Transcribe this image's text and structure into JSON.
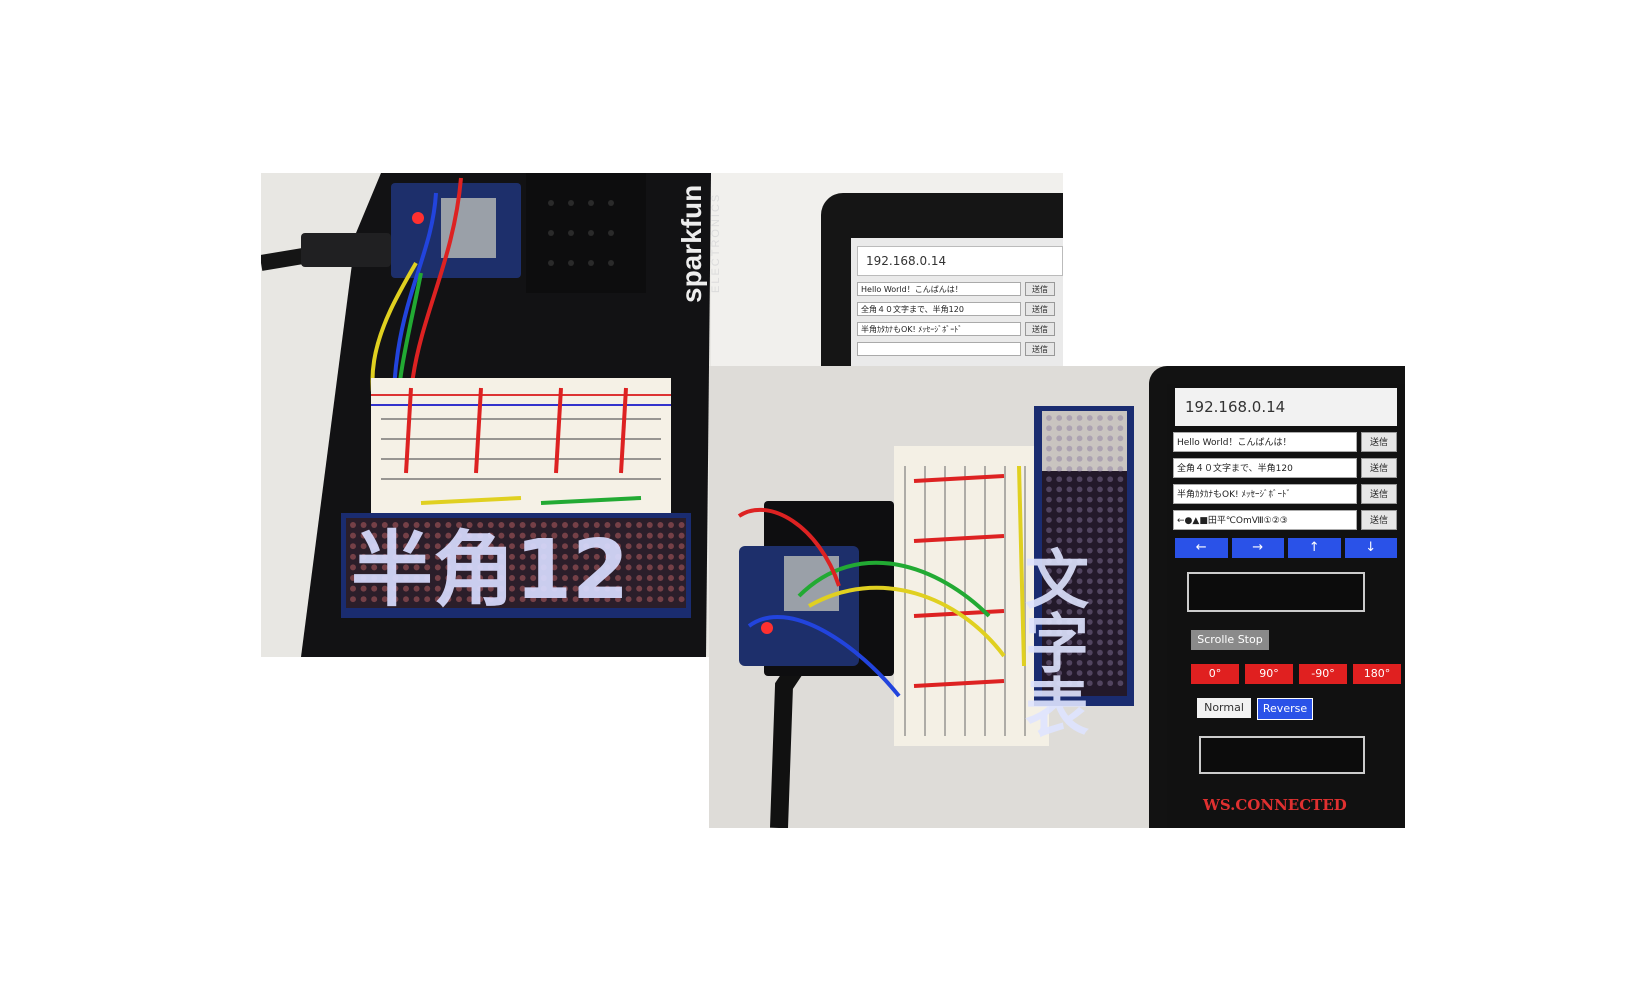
{
  "left_photo": {
    "brand_logo": "sparkfun",
    "brand_sub": "ELECTRONICS",
    "led_text": "半角12",
    "phone": {
      "url": "192.168.0.14",
      "messages": [
        {
          "text": "Hello World！こんばんは！",
          "button": "送信"
        },
        {
          "text": "全角４０文字まで、半角120",
          "button": "送信"
        },
        {
          "text": "半角ｶﾀｶﾅもOK! ﾒｯｾｰｼﾞﾎﾞｰﾄﾞ",
          "button": "送信"
        },
        {
          "text": "",
          "button": "送信"
        }
      ]
    }
  },
  "right_photo": {
    "led_text": "文字表",
    "phone": {
      "url": "192.168.0.14",
      "messages": [
        {
          "text": "Hello World！こんばんは！",
          "button": "送信"
        },
        {
          "text": "全角４０文字まで、半角120",
          "button": "送信"
        },
        {
          "text": "半角ｶﾀｶﾅもOK! ﾒｯｾｰｼﾞﾎﾞｰﾄﾞ",
          "button": "送信"
        },
        {
          "text": "←●▲■田平℃OmⅧ①②③",
          "button": "送信"
        }
      ],
      "arrows": [
        "←",
        "→",
        "↑",
        "↓"
      ],
      "scroll_stop": "Scrolle Stop",
      "angles": [
        "0°",
        "90°",
        "-90°",
        "180°"
      ],
      "normal": "Normal",
      "reverse": "Reverse",
      "status": "WS.CONNECTED"
    }
  },
  "colors": {
    "led": "#cfd6ff",
    "phone_blue": "#2a52e8",
    "phone_red": "#e02020",
    "status_red": "#e03030"
  }
}
